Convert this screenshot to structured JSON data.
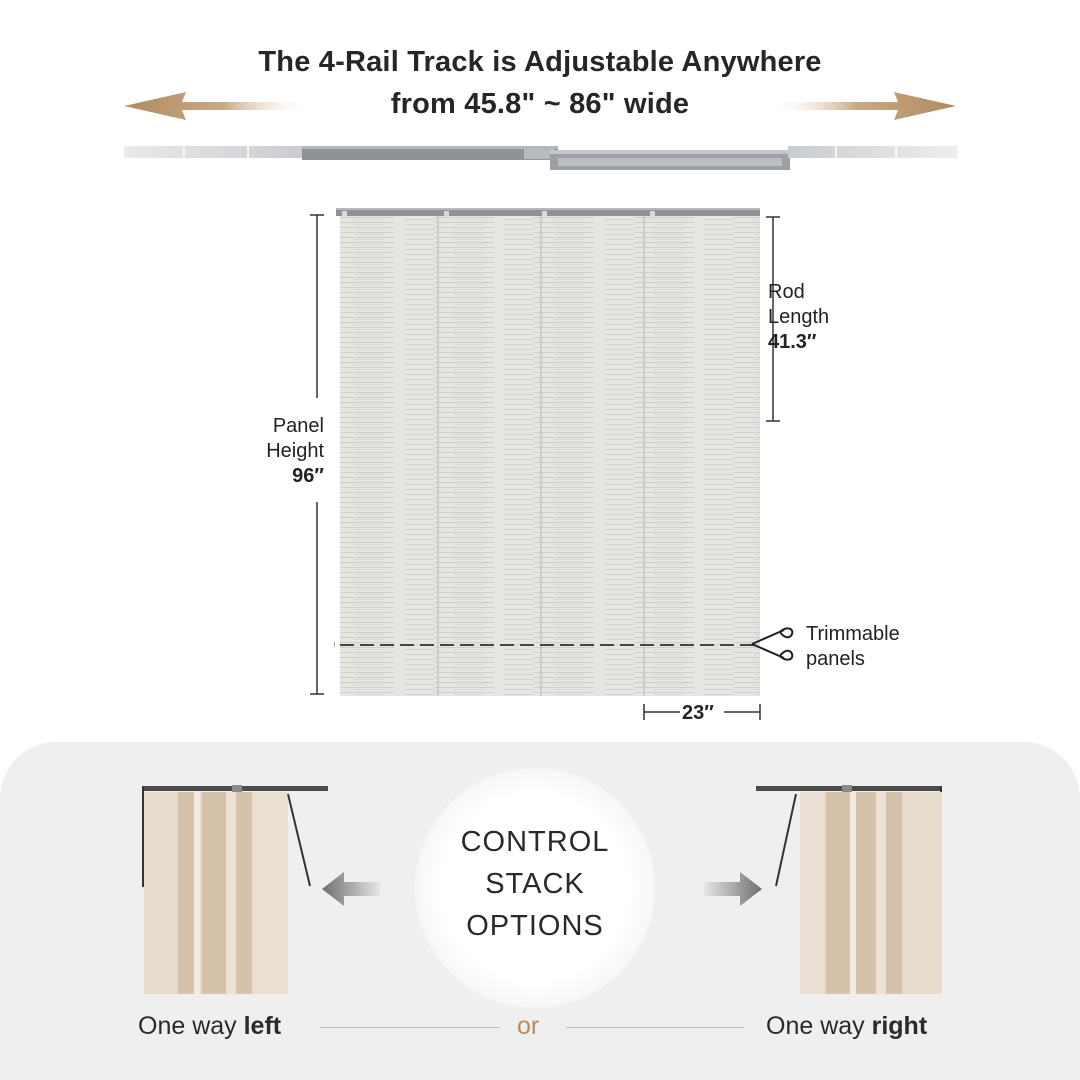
{
  "header": {
    "title_line1": "The 4-Rail Track is Adjustable Anywhere",
    "title_line2": "from 45.8\"   ~    86\" wide"
  },
  "dimensions": {
    "rod_label_1": "Rod",
    "rod_label_2": "Length",
    "rod_value": "41.3″",
    "height_label_1": "Panel",
    "height_label_2": "Height",
    "height_value": "96″",
    "trim_label_1": "Trimmable",
    "trim_label_2": "panels",
    "width_value": "23″"
  },
  "stack": {
    "control_line1": "CONTROL",
    "control_line2": "STACK",
    "control_line3": "OPTIONS",
    "left_prefix": "One way ",
    "left_bold": "left",
    "or": "or",
    "right_prefix": "One way ",
    "right_bold": "right"
  },
  "colors": {
    "arrow_tan": "#b48d64",
    "panel_fabric": "#e4e4e0",
    "beige_dark": "#d6c4ad",
    "beige_light": "#e8dccd",
    "rail_gray": "#8e9297"
  }
}
